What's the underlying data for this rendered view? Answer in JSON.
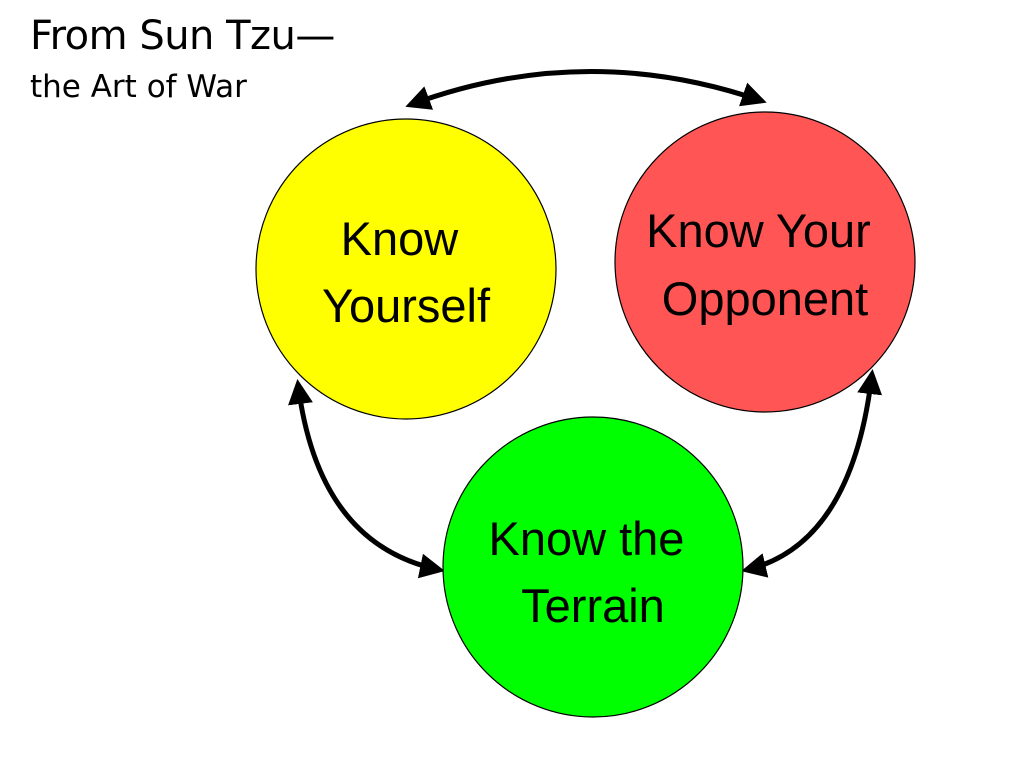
{
  "title": {
    "line1": "From Sun Tzu—",
    "line2": "the Art of War"
  },
  "nodes": [
    {
      "id": "know-yourself",
      "lines": [
        "Know",
        "Yourself"
      ],
      "color": "#ffff00"
    },
    {
      "id": "know-your-opponent",
      "lines": [
        "Know Your",
        "Opponent"
      ],
      "color": "#ff5555"
    },
    {
      "id": "know-the-terrain",
      "lines": [
        "Know the",
        "Terrain"
      ],
      "color": "#00ff00"
    }
  ],
  "connectors": [
    {
      "from": "know-yourself",
      "to": "know-your-opponent",
      "direction": "bidirectional"
    },
    {
      "from": "know-yourself",
      "to": "know-the-terrain",
      "direction": "bidirectional"
    },
    {
      "from": "know-your-opponent",
      "to": "know-the-terrain",
      "direction": "bidirectional"
    }
  ]
}
